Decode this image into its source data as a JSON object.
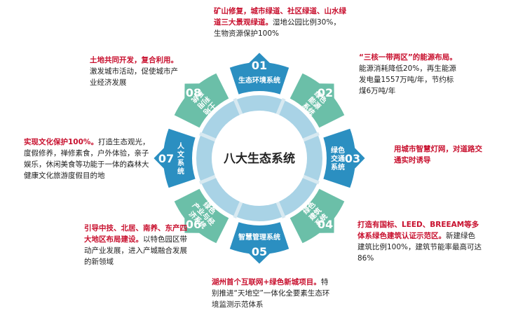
{
  "center_title": "八大生态系统",
  "colors": {
    "blue": "#2b8fc1",
    "teal": "#6bbfa8",
    "highlight": "#c8102e",
    "inner_ring": "#a9d3e6",
    "spoke": "#d7e9f1"
  },
  "segments": [
    {
      "number": "01",
      "label": [
        "生态环境系统"
      ]
    },
    {
      "number": "02",
      "label": [
        "绿色",
        "能源",
        "系统"
      ]
    },
    {
      "number": "03",
      "label": [
        "绿色",
        "交通",
        "系统"
      ]
    },
    {
      "number": "04",
      "label": [
        "绿色",
        "建筑",
        "系统"
      ]
    },
    {
      "number": "05",
      "label": [
        "智慧管理系统"
      ]
    },
    {
      "number": "06",
      "label": [
        "绿色",
        "产业与经",
        "济系统"
      ]
    },
    {
      "number": "07",
      "label": [
        "人",
        "文",
        "系",
        "统"
      ]
    },
    {
      "number": "08",
      "label": [
        "土地",
        "利用",
        "系统"
      ]
    }
  ],
  "descriptions": [
    {
      "id": "01",
      "highlight": "矿山修复，城市绿道、社区绿道、山水绿道三大景观绿道。",
      "text": "湿地公园比例30%，生物资源保护100%"
    },
    {
      "id": "02",
      "highlight": "“三核一带两区”的能源布局。",
      "text": "能源消耗降低20%，再生能源发电量1557万吨/年，节约标煤6万吨/年"
    },
    {
      "id": "03",
      "highlight": "用城市智慧灯网，对道路交通实时诱导",
      "text": ""
    },
    {
      "id": "04",
      "highlight": "打造有国标、LEED、BREEAM等多体系绿色建筑认证示范区。",
      "text": "新建绿色建筑比例100%，建筑节能率最高可达86%"
    },
    {
      "id": "05",
      "highlight": "湖州首个互联网+绿色新城项目。",
      "text": "特别推进“天地空”一体化全要素生态环境监测示范体系"
    },
    {
      "id": "06",
      "highlight": "引导中技、北居、南养、东产四大地区布局建设。",
      "text": "以特色园区带动产业发展，进入产城融合发展的新领域"
    },
    {
      "id": "07",
      "highlight": "实现文化保护100%。",
      "text": "打造生态观光，度假修养，禅修素食，户外体验，亲子娱乐，休闲美食等功能于一体的森林大健康文化旅游度假目的地"
    },
    {
      "id": "08",
      "highlight": "土地共同开发，复合利用。",
      "text": "激发城市活动，促使城市产业经济发展"
    }
  ]
}
